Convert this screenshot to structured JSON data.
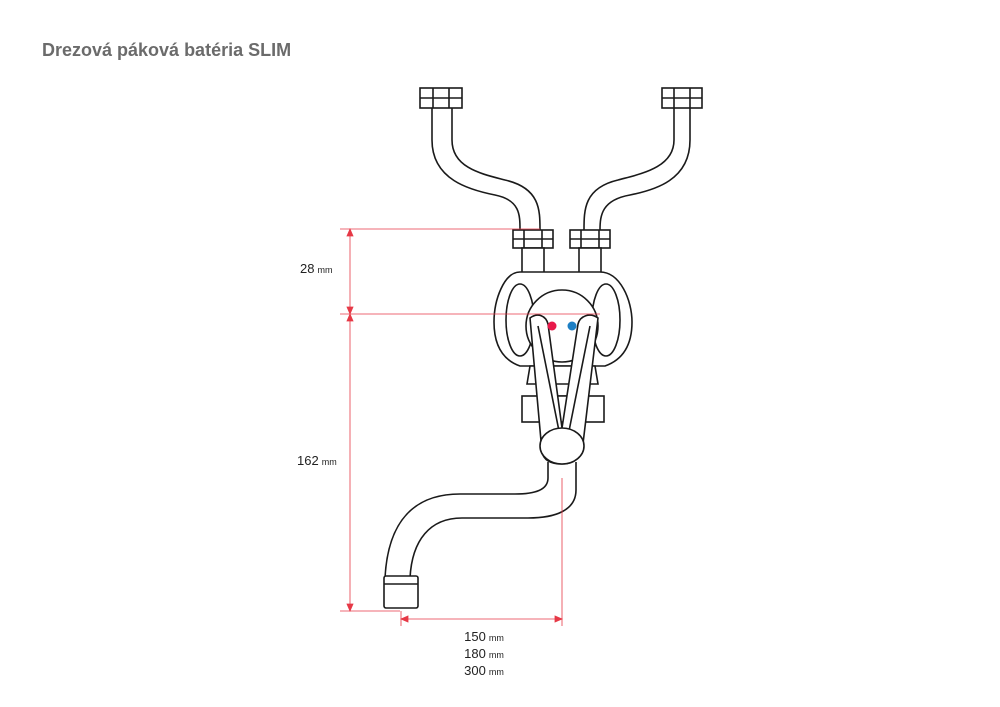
{
  "title": "Drezová páková batéria SLIM",
  "dimensions": {
    "height_top": {
      "value": "28",
      "unit": "mm"
    },
    "height_body": {
      "value": "162",
      "unit": "mm"
    },
    "spout_lengths": [
      {
        "value": "150",
        "unit": "mm"
      },
      {
        "value": "180",
        "unit": "mm"
      },
      {
        "value": "300",
        "unit": "mm"
      }
    ]
  },
  "colors": {
    "dimension_line": "#e63946",
    "hot_indicator": "#e8194a",
    "cold_indicator": "#1d7fc4",
    "outline": "#1a1a1a",
    "title": "#6b6b6b"
  }
}
